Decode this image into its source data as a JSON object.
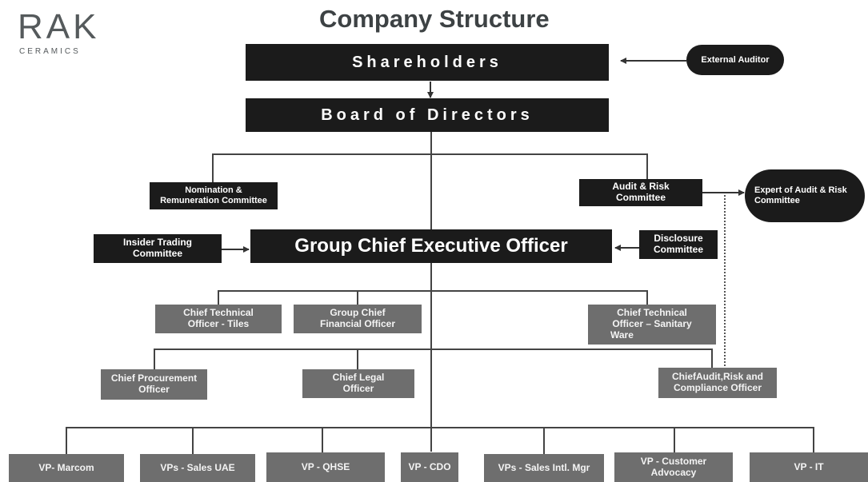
{
  "logo": {
    "name": "RAK",
    "sub": "CERAMICS"
  },
  "title": "Company Structure",
  "top": {
    "shareholders": "Shareholders",
    "external_auditor": "External Auditor",
    "board": "Board of Directors"
  },
  "committees": {
    "nomination_l1": "Nomination &",
    "nomination_l2": "Remuneration Committee",
    "audit_l1": "Audit & Risk",
    "audit_l2": "Committee",
    "expert_l1": "Expert of Audit & Risk",
    "expert_l2": "Committee",
    "insider_l1": "Insider Trading",
    "insider_l2": "Committee",
    "disclosure_l1": "Disclosure",
    "disclosure_l2": "Committee"
  },
  "ceo": "Group Chief Executive Officer",
  "officers_row1": {
    "cto_tiles_l1": "Chief Technical",
    "cto_tiles_l2": "Officer - Tiles",
    "cfo_l1": "Group Chief",
    "cfo_l2": "Financial Officer",
    "cto_sw_l1": "Chief Technical",
    "cto_sw_l2": "Officer – Sanitary",
    "cto_sw_l3": "Ware"
  },
  "officers_row2": {
    "cpo_l1": "Chief Procurement",
    "cpo_l2": "Officer",
    "legal_l1": "Chief Legal",
    "legal_l2": "Officer",
    "audit_l1": "ChiefAudit,Risk and",
    "audit_l2": "Compliance Officer"
  },
  "vps": {
    "marcom": "VP- Marcom",
    "sales_uae": "VPs - Sales UAE",
    "qhse": "VP - QHSE",
    "cdo": "VP - CDO",
    "sales_intl": "VPs - Sales Intl. Mgr",
    "advocacy_l1": "VP - Customer",
    "advocacy_l2": "Advocacy",
    "it": "VP - IT"
  },
  "colors": {
    "dark": "#1b1b1b",
    "gray": "#6e6e6e",
    "line": "#444444"
  }
}
